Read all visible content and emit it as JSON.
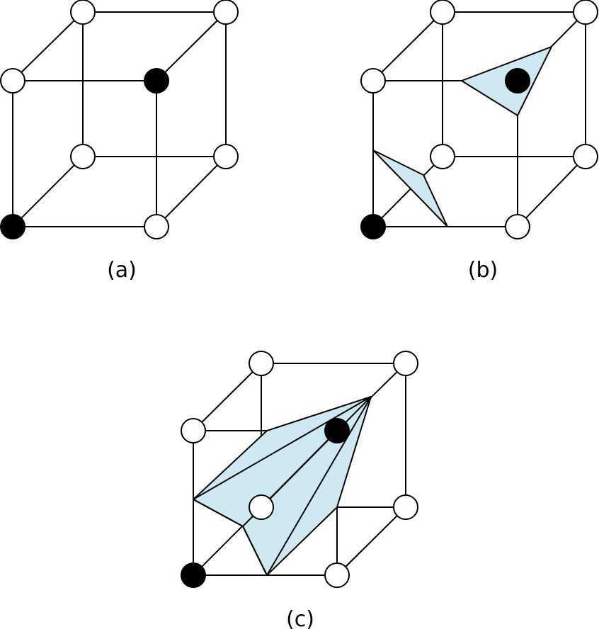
{
  "colors": {
    "polygon_fill": "#cfe8f1",
    "stroke": "#000000",
    "vertex_empty": "#ffffff",
    "vertex_filled": "#000000"
  },
  "panels": [
    {
      "id": "a",
      "caption": "(a)",
      "filled_vertices": [
        "top_front_right",
        "bottom_front_left"
      ]
    },
    {
      "id": "b",
      "caption": "(b)",
      "filled_vertices": [
        "top_front_right",
        "bottom_front_left"
      ]
    },
    {
      "id": "c",
      "caption": "(c)",
      "filled_vertices": [
        "top_front_right",
        "bottom_front_left"
      ]
    }
  ]
}
